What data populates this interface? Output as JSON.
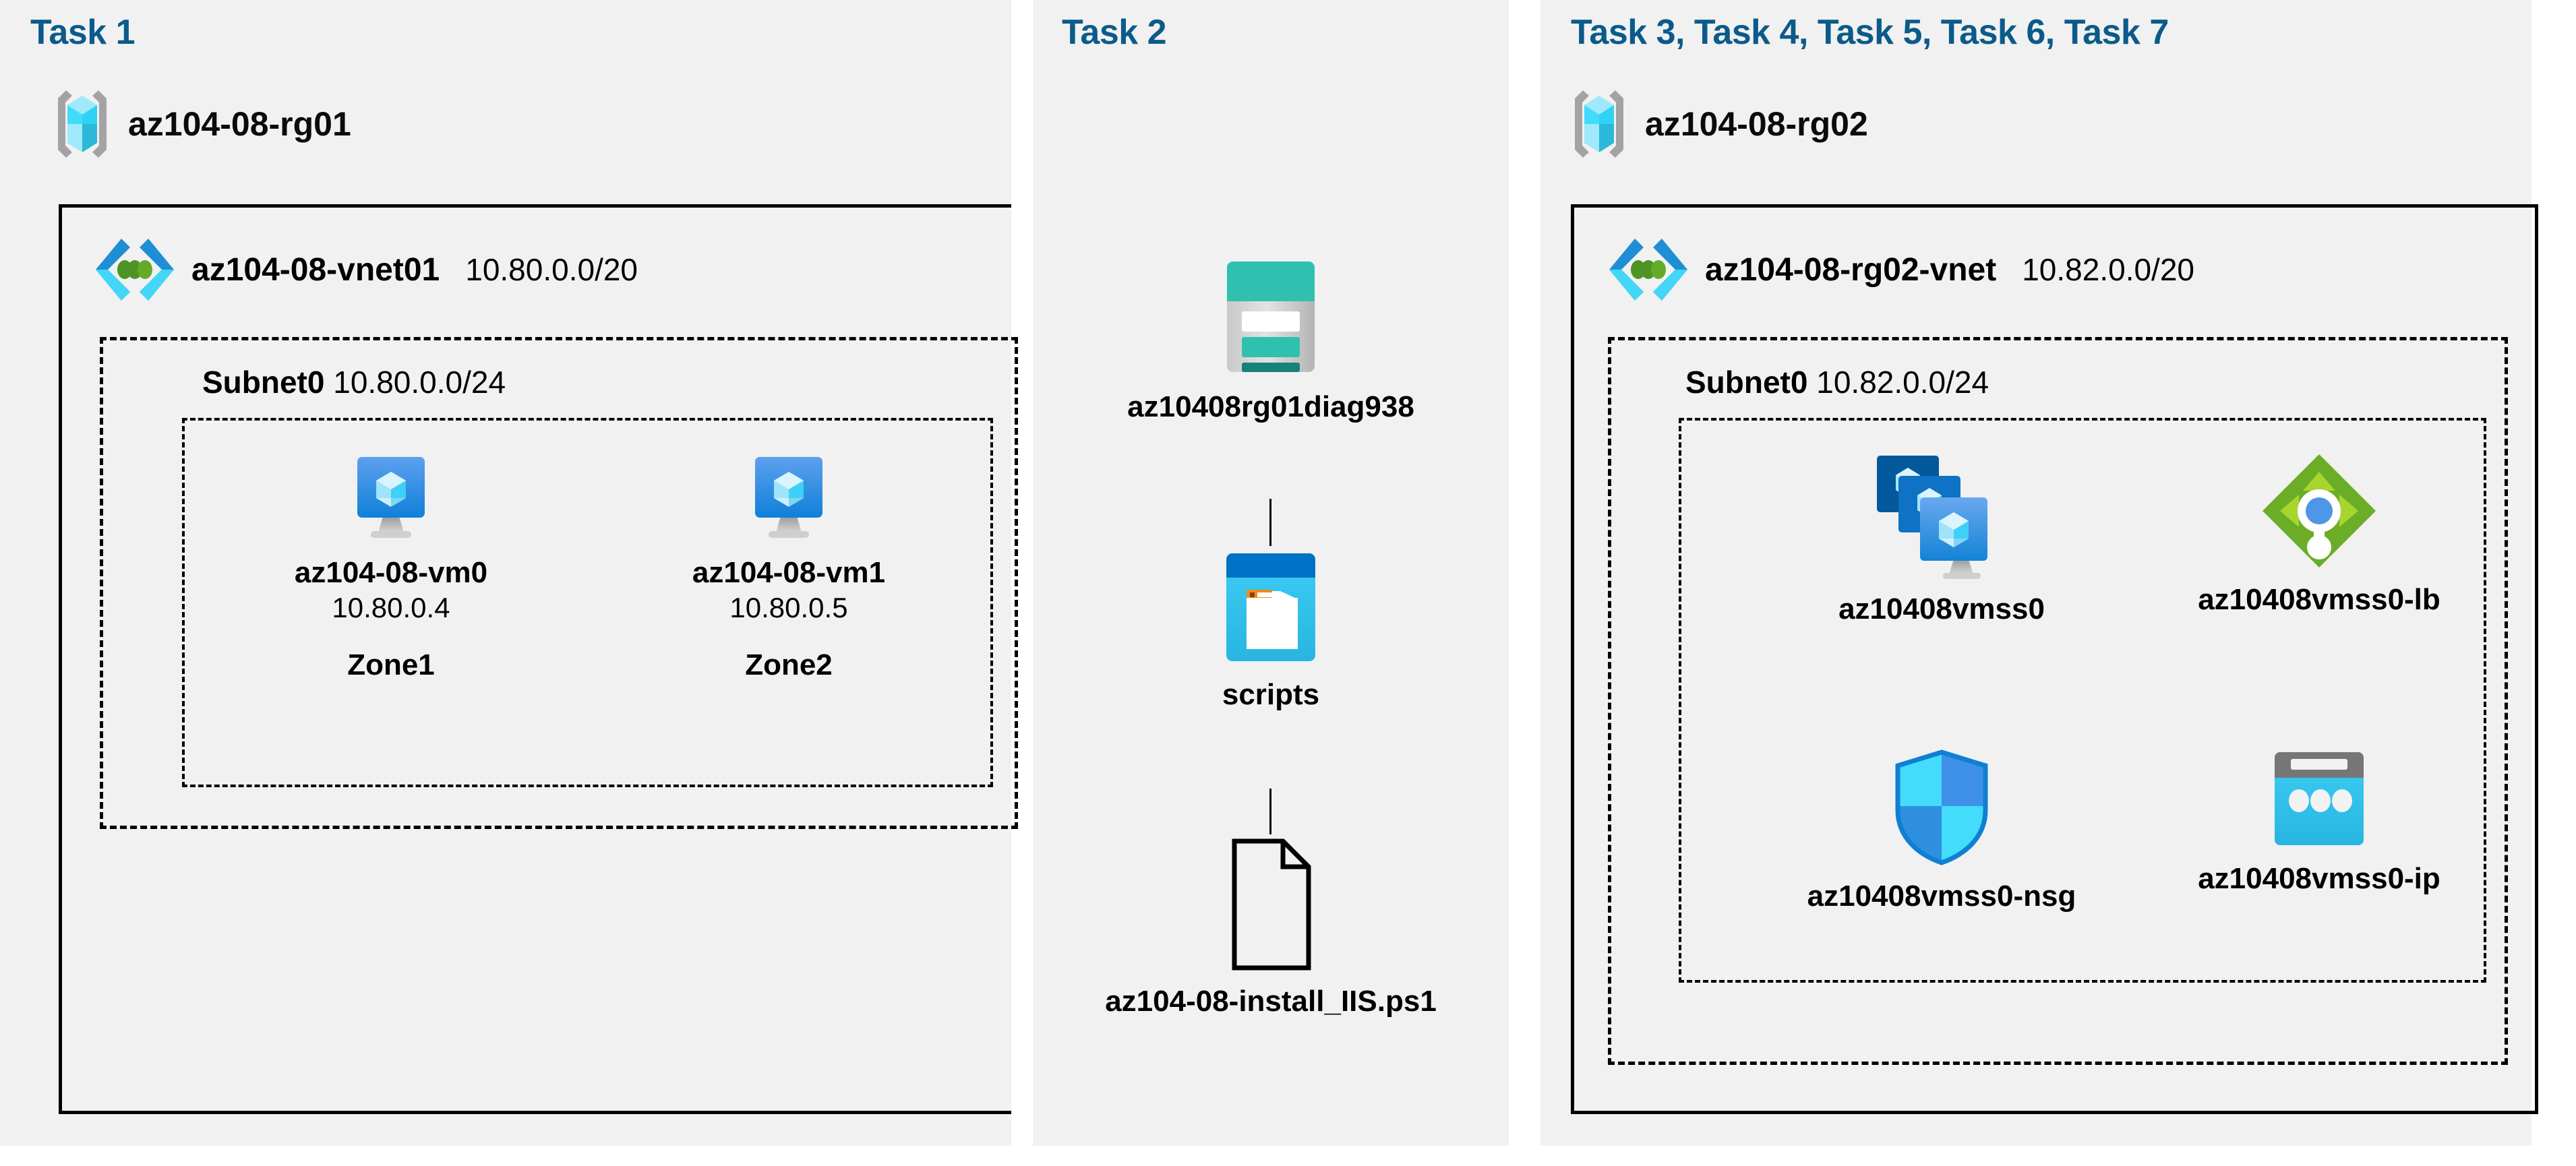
{
  "panels": [
    {
      "title": "Task 1"
    },
    {
      "title": "Task 2"
    },
    {
      "title": "Task 3, Task 4, Task 5, Task 6, Task 7"
    }
  ],
  "colors": {
    "task_heading": "#0b5b8a",
    "panel_background": "#f1f1f1",
    "box_border": "#000000",
    "vm_blue": "#1b8bdd",
    "vnet_blue": "#1e8fd5",
    "vnet_cyan": "#42d7f7",
    "vnet_dot_green": "#5e9e2e",
    "storage_teal": "#2fc0b0",
    "storage_teal_dark": "#17817a",
    "container_blue": "#0072c6",
    "container_cyan": "#32c5f4",
    "folder_orange": "#f2891e",
    "lb_green": "#6cad27",
    "lb_green_light": "#a4d62e",
    "lb_dot_blue": "#4d96e8",
    "nsg_cyan": "#43dcfb",
    "nsg_blue": "#2e8fe0",
    "pip_cyan": "#32c5f4",
    "pip_gray": "#767676"
  },
  "task1": {
    "resource_group": "az104-08-rg01",
    "vnet": {
      "name": "az104-08-vnet01",
      "cidr": "10.80.0.0/20"
    },
    "subnet": {
      "name": "Subnet0",
      "cidr": "10.80.0.0/24"
    },
    "vms": [
      {
        "name": "az104-08-vm0",
        "ip": "10.80.0.4",
        "zone": "Zone1"
      },
      {
        "name": "az104-08-vm1",
        "ip": "10.80.0.5",
        "zone": "Zone2"
      }
    ]
  },
  "task2": {
    "storage_account": "az10408rg01diag938",
    "container": "scripts",
    "file": "az104-08-install_IIS.ps1"
  },
  "task3": {
    "resource_group": "az104-08-rg02",
    "vnet": {
      "name": "az104-08-rg02-vnet",
      "cidr": "10.82.0.0/20"
    },
    "subnet": {
      "name": "Subnet0",
      "cidr": "10.82.0.0/24"
    },
    "resources": [
      {
        "name": "az10408vmss0",
        "icon": "vmss-icon"
      },
      {
        "name": "az10408vmss0-lb",
        "icon": "load-balancer-icon"
      },
      {
        "name": "az10408vmss0-nsg",
        "icon": "network-security-group-icon"
      },
      {
        "name": "az10408vmss0-ip",
        "icon": "public-ip-address-icon"
      }
    ]
  }
}
